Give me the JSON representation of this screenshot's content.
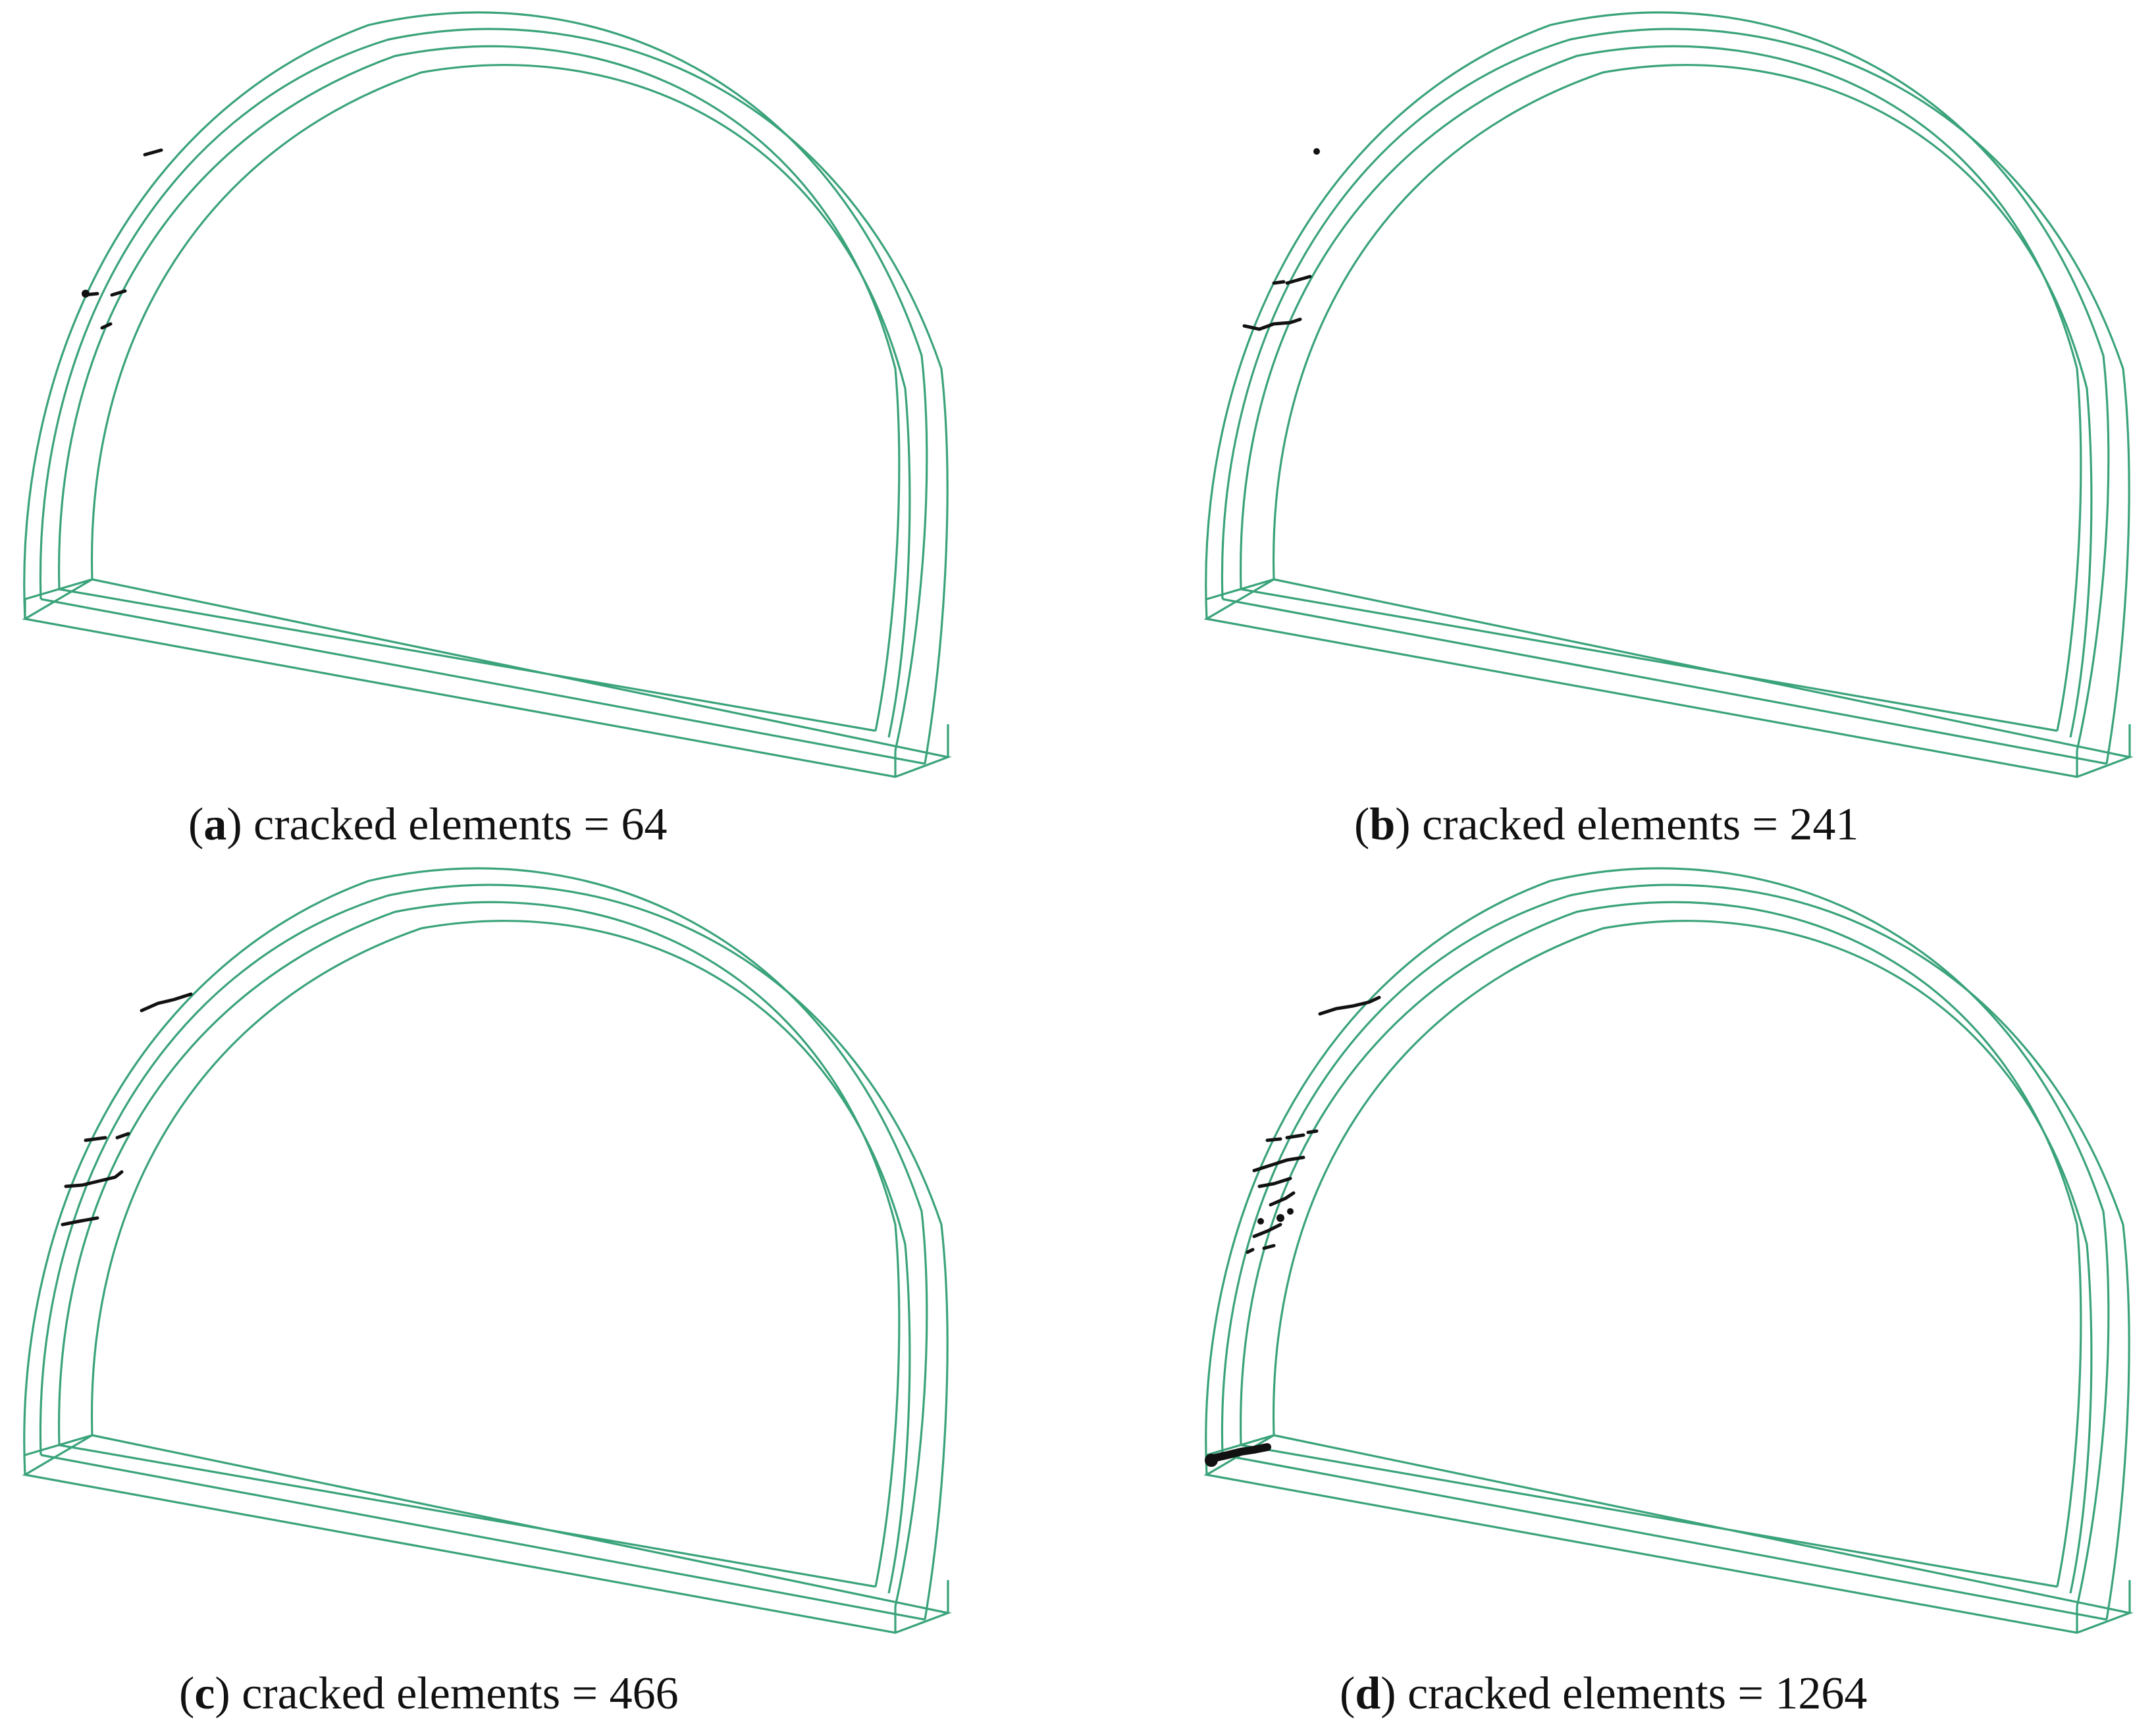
{
  "figure": {
    "panels": [
      {
        "id": "a",
        "letter": "a",
        "label": "cracked elements = 64",
        "cracked_elements": 64
      },
      {
        "id": "b",
        "letter": "b",
        "label": "cracked elements = 241",
        "cracked_elements": 241
      },
      {
        "id": "c",
        "letter": "c",
        "label": "cracked elements = 466",
        "cracked_elements": 466
      },
      {
        "id": "d",
        "letter": "d",
        "label": "cracked elements = 1264",
        "cracked_elements": 1264
      }
    ]
  },
  "colors": {
    "frame": "#3aa37a",
    "cracks": "#111111",
    "text": "#111111"
  }
}
